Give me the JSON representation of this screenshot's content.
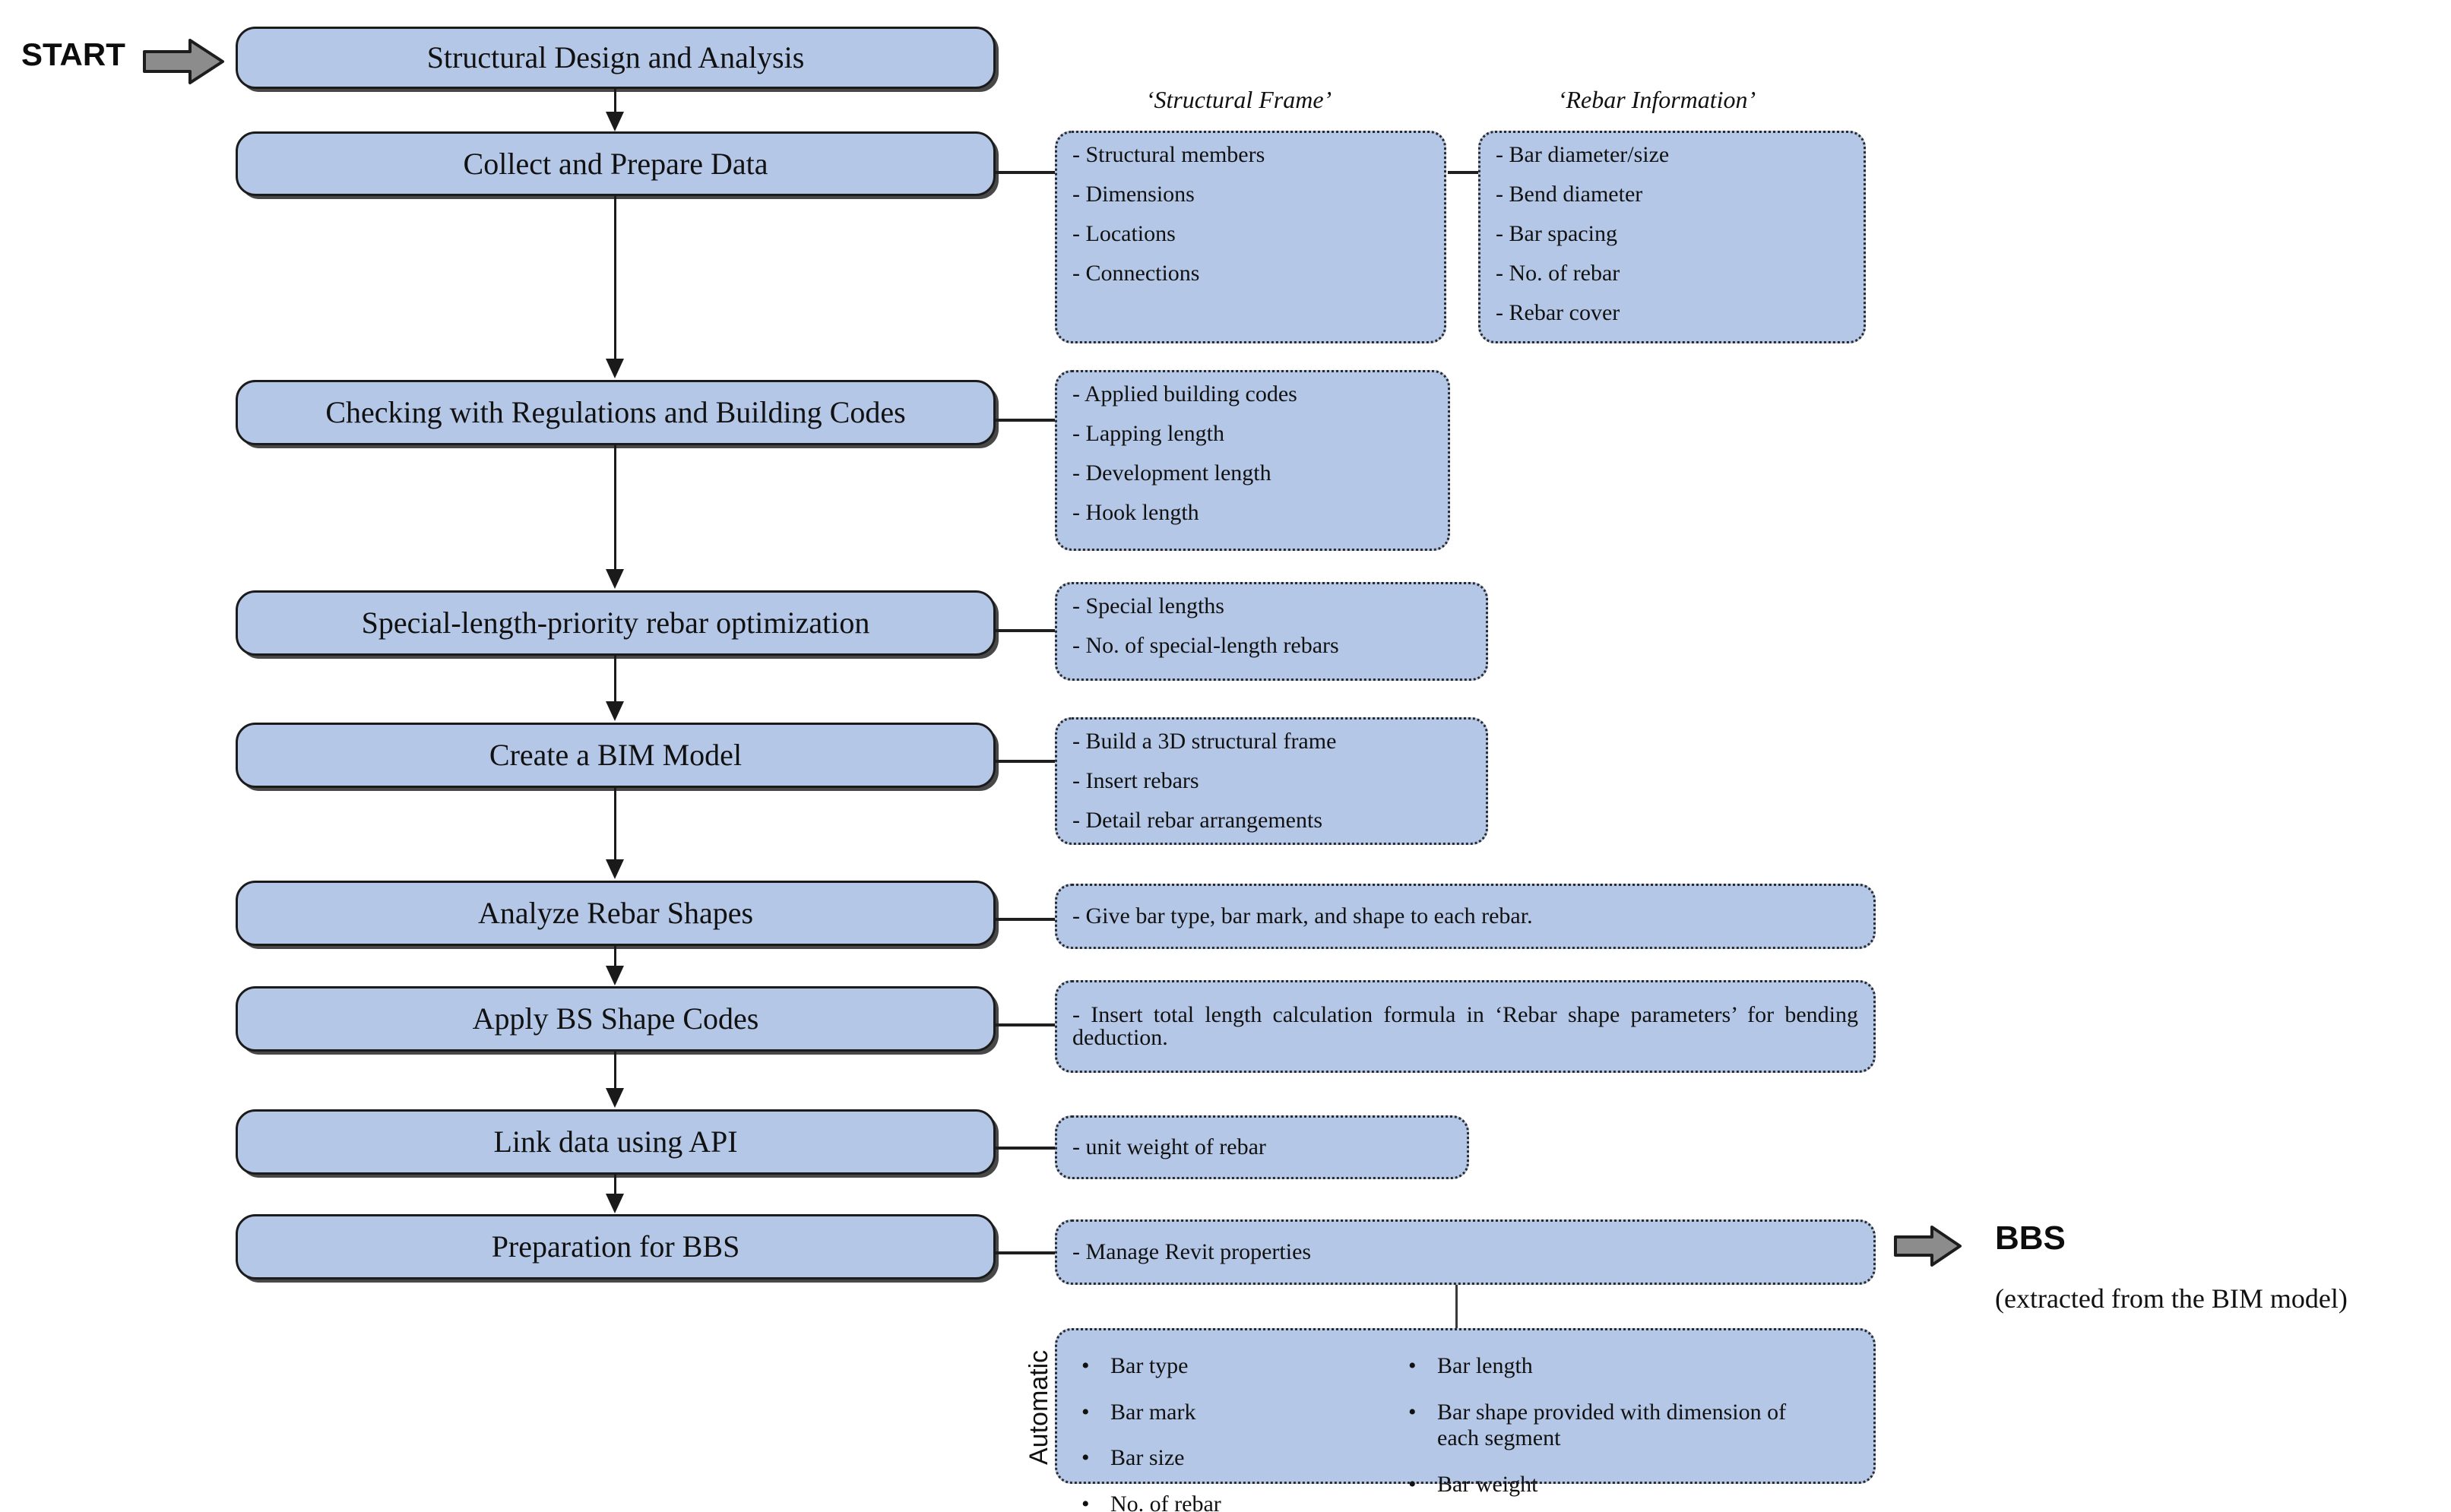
{
  "diagram": {
    "start_label": "START",
    "start_arrow_icon": "block-arrow-right-icon",
    "output_arrow_icon": "block-arrow-right-icon",
    "automatic_label": "Automatic",
    "output": {
      "title": "BBS",
      "subtitle": "(extracted from the BIM model)"
    },
    "group_captions": {
      "structural_frame": "‘Structural Frame’",
      "rebar_information": "‘Rebar Information’"
    },
    "steps": [
      {
        "id": "structural-design-and-analysis",
        "label": "Structural Design and Analysis"
      },
      {
        "id": "collect-and-prepare-data",
        "label": "Collect and Prepare Data"
      },
      {
        "id": "checking-with-regulations-and-building-codes",
        "label": "Checking with Regulations and Building Codes"
      },
      {
        "id": "special-length-priority-rebar-optimization",
        "label": "Special-length-priority rebar optimization"
      },
      {
        "id": "create-a-bim-model",
        "label": "Create a BIM Model"
      },
      {
        "id": "analyze-rebar-shapes",
        "label": "Analyze Rebar Shapes"
      },
      {
        "id": "apply-bs-shape-codes",
        "label": "Apply BS Shape Codes"
      },
      {
        "id": "link-data-using-api",
        "label": "Link data using API"
      },
      {
        "id": "preparation-for-bbs",
        "label": "Preparation for BBS"
      }
    ],
    "notes": {
      "structural_frame": [
        "Structural members",
        "Dimensions",
        "Locations",
        "Connections"
      ],
      "rebar_information": [
        "Bar diameter/size",
        "Bend diameter",
        "Bar spacing",
        "No. of rebar",
        "Rebar cover"
      ],
      "regulations": [
        "Applied building codes",
        "Lapping length",
        "Development length",
        "Hook length"
      ],
      "optimization": [
        "Special lengths",
        "No. of special-length rebars"
      ],
      "bim_model": [
        "Build a 3D structural frame",
        "Insert rebars",
        "Detail rebar arrangements"
      ],
      "rebar_shapes": [
        "Give bar type, bar mark, and shape to each rebar."
      ],
      "bs_shape_codes_paragraph": "Insert total length calculation formula in ‘Rebar shape parameters’ for bending deduction.",
      "api": [
        "unit weight of rebar"
      ],
      "preparation": [
        "Manage Revit properties"
      ],
      "automatic_left": [
        "Bar type",
        "Bar mark",
        "Bar size",
        "No. of rebar"
      ],
      "automatic_right": [
        "Bar length",
        "Bar shape provided with dimension of each segment",
        "Bar weight"
      ]
    },
    "colors": {
      "box_fill": "#b4c7e7",
      "box_border": "#1b1b1b",
      "arrow_gray": "#8c8c8c",
      "text": "#111111"
    }
  }
}
